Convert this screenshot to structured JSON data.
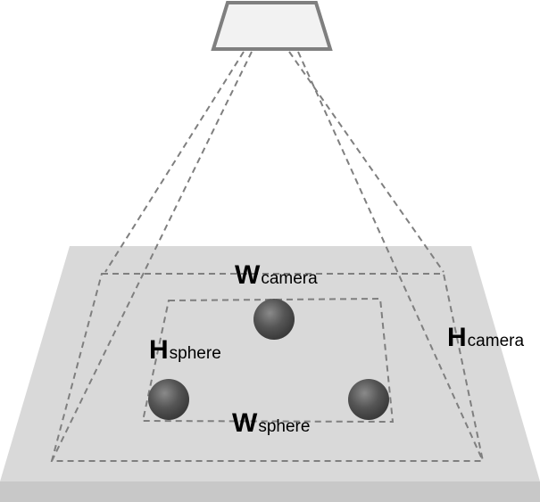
{
  "labels": {
    "w_camera": {
      "main": "W",
      "sub": "camera"
    },
    "h_camera": {
      "main": "H",
      "sub": "camera"
    },
    "w_sphere": {
      "main": "W",
      "sub": "sphere"
    },
    "h_sphere": {
      "main": "H",
      "sub": "sphere"
    }
  },
  "colors": {
    "floor": "#d9d9d9",
    "floor_edge": "#c8c8c8",
    "camera_fill": "#f2f2f2",
    "camera_stroke": "#7f7f7f",
    "dash": "#7f7f7f",
    "sphere": "#555555"
  }
}
